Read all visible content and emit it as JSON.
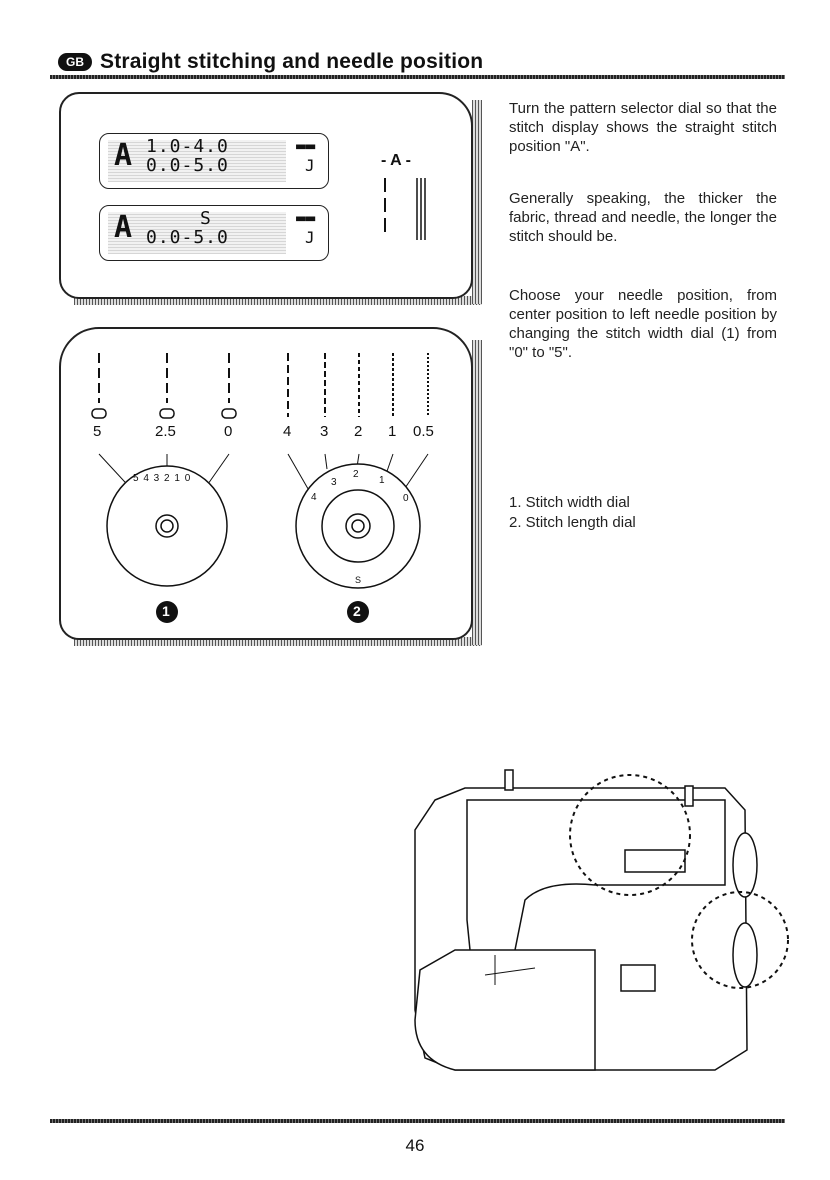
{
  "header": {
    "flag": "GB",
    "title": "Straight stitching and needle position"
  },
  "display_panel": {
    "lcd1": {
      "letter": "A",
      "line1": "1.0-4.0",
      "line2": "0.0-5.0",
      "sym1": "▬▬",
      "sym2": "J"
    },
    "lcd2": {
      "letter": "A",
      "line1": "S",
      "line2": "0.0-5.0",
      "sym1": "▬▬",
      "sym2": "J"
    },
    "stitch_label": "- A -"
  },
  "dial_panel": {
    "width_labels": [
      "5",
      "2.5",
      "0"
    ],
    "length_labels": [
      "4",
      "3",
      "2",
      "1",
      "0.5"
    ],
    "dial1_scale": "5 4 3 2 1 0",
    "dial2_scale": [
      "4",
      "3",
      "2",
      "1",
      "0"
    ],
    "dial2_s": "S",
    "marker1": "1",
    "marker2": "2"
  },
  "text": {
    "p1": "Turn the pattern selector dial so that the stitch display shows the straight stitch position \"A\".",
    "p2": "Generally speaking, the thicker the fabric, thread and needle, the longer the stitch should be.",
    "p3": "Choose your needle position, from center position to left needle position by changing the stitch width dial (1) from \"0\" to \"5\".",
    "list": [
      "1. Stitch width dial",
      "2. Stitch length dial"
    ]
  },
  "page_number": "46"
}
